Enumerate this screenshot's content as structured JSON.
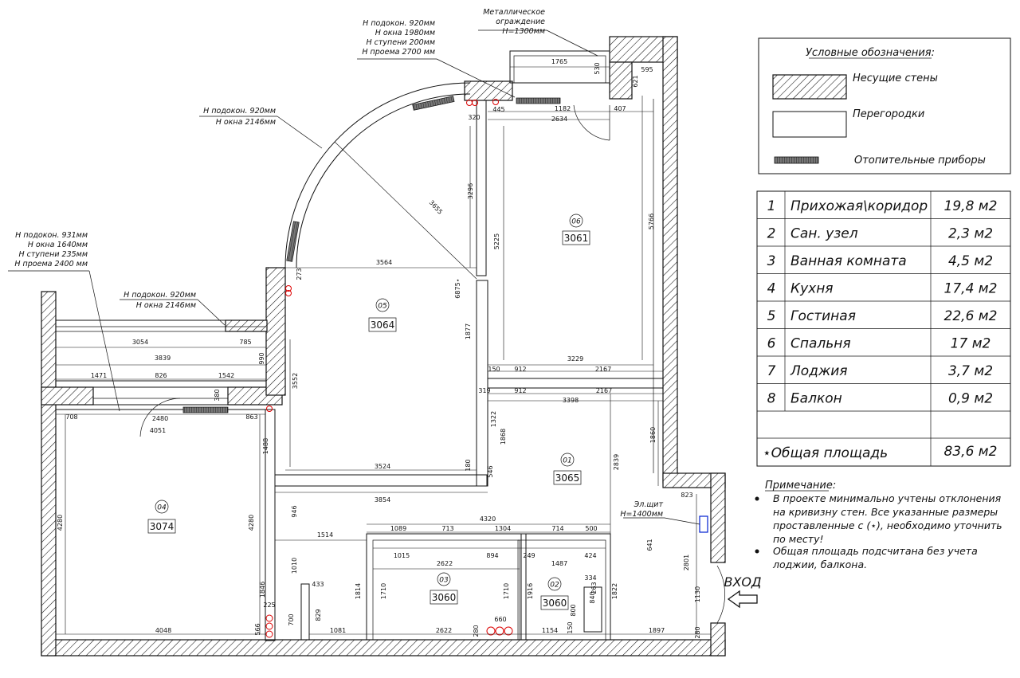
{
  "legend": {
    "title": "Условные обозначения:",
    "bearing_walls": "Несущие стены",
    "partitions": "Перегородки",
    "heaters": "Отопительные приборы"
  },
  "rooms_table": {
    "rows": [
      {
        "num": "1",
        "name": "Прихожая\\коридор",
        "area": "19,8 м2"
      },
      {
        "num": "2",
        "name": "Сан. узел",
        "area": "2,3 м2"
      },
      {
        "num": "3",
        "name": "Ванная комната",
        "area": "4,5 м2"
      },
      {
        "num": "4",
        "name": "Кухня",
        "area": "17,4 м2"
      },
      {
        "num": "5",
        "name": "Гостиная",
        "area": "22,6 м2"
      },
      {
        "num": "6",
        "name": "Спальня",
        "area": "17 м2"
      },
      {
        "num": "7",
        "name": "Лоджия",
        "area": "3,7 м2"
      },
      {
        "num": "8",
        "name": "Балкон",
        "area": "0,9 м2"
      }
    ],
    "total_label": "⋆Общая площадь",
    "total_value": "83,6 м2"
  },
  "notes": {
    "title": "Примечание:",
    "item1_lines": [
      "В проекте минимально учтены отклонения",
      "на кривизну стен. Все указанные размеры",
      "проставленные с (⋆), необходимо уточнить",
      "по месту!"
    ],
    "item2_lines": [
      "Общая площадь подсчитана без учета",
      "лоджии, балкона."
    ]
  },
  "entrance": "ВХОД",
  "annotations": {
    "railing": [
      "Металлическое",
      "ограждение",
      "H=1300мм"
    ],
    "top_window": [
      "Н подокон. 920мм",
      "Н окна 1980мм",
      "Н ступени 200мм",
      "Н проема 2700 мм"
    ],
    "arc_window": [
      "Н подокон. 920мм",
      "Н окна 2146мм"
    ],
    "left_window": [
      "Н подокон. 931мм",
      "Н окна 1640мм",
      "Н ступени 235мм",
      "Н проема 2400 мм"
    ],
    "loggia_window": [
      "Н подокон. 920мм",
      "Н окна 2146мм"
    ],
    "el_panel": [
      "Эл.щит",
      "H=1400мм"
    ]
  },
  "rooms": [
    {
      "num": "01",
      "code": "3065"
    },
    {
      "num": "02",
      "code": "3060"
    },
    {
      "num": "03",
      "code": "3060"
    },
    {
      "num": "04",
      "code": "3074"
    },
    {
      "num": "05",
      "code": "3064"
    },
    {
      "num": "06",
      "code": "3061"
    }
  ],
  "dimensions": {
    "d1765": "1765",
    "d530": "530",
    "d595": "595",
    "d621": "621",
    "d445": "445",
    "d1182": "1182",
    "d407": "407",
    "d320": "320",
    "d2634": "2634",
    "d3296": "3296",
    "d3655": "3655",
    "d5225": "5225",
    "d5766": "5766",
    "d273": "273",
    "d3564": "3564",
    "d6875": "6875⋆",
    "d1877": "1877",
    "d3229": "3229",
    "d150": "150",
    "d912a": "912",
    "d2167a": "2167",
    "d319": "319",
    "d912b": "912",
    "d2167b": "2167",
    "d3398": "3398",
    "d3054": "3054",
    "d785": "785",
    "d3839": "3839",
    "d990": "990",
    "d1471": "1471",
    "d826": "826",
    "d1542": "1542",
    "d380": "380",
    "d708": "708",
    "d2480": "2480",
    "d863": "863",
    "d4051": "4051",
    "d3552": "3552",
    "d1322": "1322",
    "d1868": "1868",
    "d1860": "1860",
    "d2839": "2839",
    "d1488": "1488",
    "d3524": "3524",
    "d546": "546",
    "d180": "180",
    "d3854": "3854",
    "d823": "823",
    "d946": "946",
    "d4320": "4320",
    "d1089": "1089",
    "d713": "713",
    "d1304": "1304",
    "d714": "714",
    "d500": "500",
    "d1514": "1514",
    "d1015": "1015",
    "d894": "894",
    "d249": "249",
    "d1487": "1487",
    "d424": "424",
    "d2622a": "2622",
    "d641": "641",
    "d2801": "2801",
    "d334": "334",
    "d263": "263",
    "d1010": "1010",
    "d433": "433",
    "d1814": "1814",
    "d1710a": "1710",
    "d1710b": "1710",
    "d1916": "1916",
    "d1822": "1822",
    "d1130": "1130",
    "d800": "800",
    "d4280a": "4280",
    "d4280b": "4280",
    "d1846": "1846",
    "d225": "225",
    "d700": "700",
    "d829": "829",
    "d660": "660",
    "d150b": "150",
    "d4048": "4048",
    "d1081": "1081",
    "d2622b": "2622",
    "d280a": "280",
    "d1154": "1154",
    "d1897": "1897",
    "d280b": "280",
    "d566": "566",
    "d840": "840"
  }
}
